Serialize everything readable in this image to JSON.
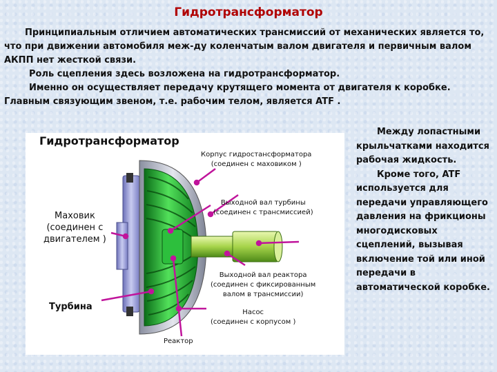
{
  "title": "Гидротрансформатор",
  "intro": {
    "p1": "Принципиальным отличием автоматических трансмиссий от механических является то, что при движении автомобиля меж-ду коленчатым валом двигателя и первичным валом АКПП нет жесткой связи.",
    "p2": "Роль сцепления здесь возложена на гидротрансформатор.",
    "p3": "Именно он осуществляет передачу крутящего момента от двигателя к коробке. Главным связующим звеном, т.е. рабочим телом, является ATF ."
  },
  "side": {
    "p1": "Между лопастными крыльчатками находится рабочая жидкость.",
    "p2": "Кроме того, ATF используется для передачи управляющего давления на фрикционы многодисковых сцеплений, вызывая включение той или иной передачи в автоматической коробке."
  },
  "diagram": {
    "title": "Гидротрансформатор",
    "housing": {
      "line1": "Корпус гидростансформатора",
      "line2": "(соединен с маховиком )"
    },
    "turbine_shaft": {
      "line1": "Выходной вал турбины",
      "line2": "(соединен с трансмиссией)"
    },
    "flywheel": {
      "line1": "Маховик",
      "line2": "(соединен с",
      "line3": "двигателем )"
    },
    "reactor_shaft": {
      "line1": "Выходной вал реактора",
      "line2": "(соединен с фиксированным",
      "line3": "валом в трансмиссии)"
    },
    "turbine": "Турбина",
    "pump": {
      "line1": "Насос",
      "line2": "(соединен с корпусом )"
    },
    "reactor": "Реактор",
    "colors": {
      "green": "#1fae2e",
      "pointer": "#c0149b",
      "flywheel": "#8a8fd0"
    }
  }
}
